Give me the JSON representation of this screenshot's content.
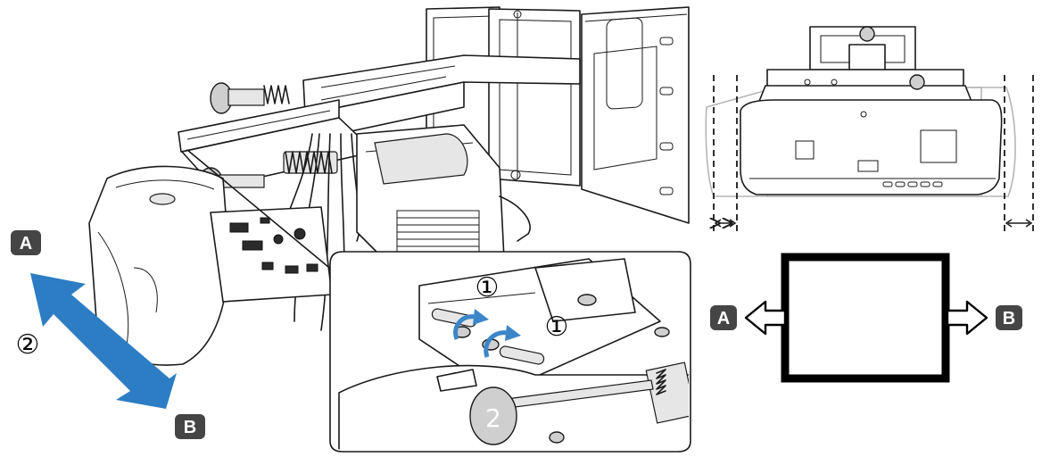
{
  "labels": {
    "left_top": "A",
    "left_bottom": "B",
    "screen_left": "A",
    "screen_right": "B"
  },
  "steps": {
    "move_step": "②",
    "knob_number": "2",
    "inset_step_top": "①",
    "inset_step_mid": "①"
  },
  "colors": {
    "motion_arrow": "#2d7dc4",
    "rotate_arrow": "#3a86c8",
    "label_badge": "#454545"
  }
}
